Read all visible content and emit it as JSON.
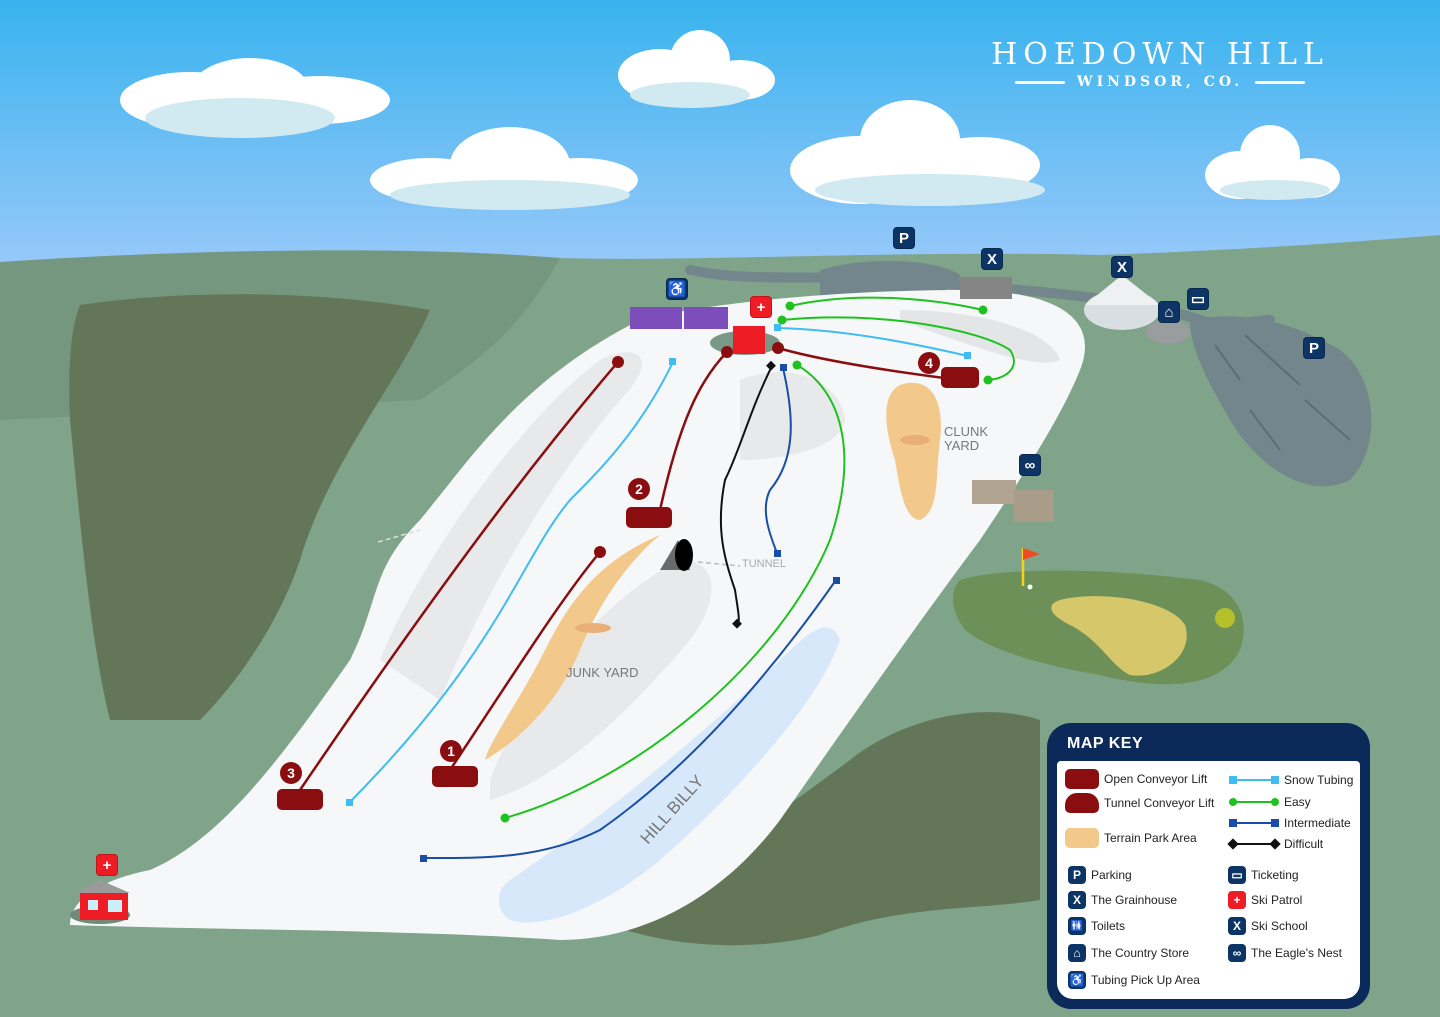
{
  "header": {
    "title": "HOEDOWN HILL",
    "subtitle": "WINDSOR, CO."
  },
  "colors": {
    "sky_top": "#3ab4ef",
    "sky_bottom": "#a3cbfb",
    "grass": "#7a9d83",
    "forest": "#637657",
    "snow": "#f6f7f8",
    "lift": "#8a0d0f",
    "snow_tubing": "#3fbdf2",
    "easy": "#1ec21e",
    "intermediate": "#1a4ea6",
    "difficult": "#111111",
    "terrain_park": "#f2c98a",
    "poi_blue": "#0c3566",
    "ski_patrol": "#ee1c25",
    "lake": "#d8e8fb"
  },
  "map": {
    "lifts": [
      {
        "number": "1",
        "type": "Tunnel Conveyor Lift"
      },
      {
        "number": "2",
        "type": "Tunnel Conveyor Lift"
      },
      {
        "number": "3",
        "type": "Tunnel Conveyor Lift"
      },
      {
        "number": "4",
        "type": "Open Conveyor Lift"
      }
    ],
    "labels": {
      "junk_yard": "JUNK YARD",
      "clunk_yard_1": "CLUNK",
      "clunk_yard_2": "YARD",
      "tunnel": "TUNNEL",
      "hill_billy": "HILL BILLY"
    },
    "poi_icons": {
      "parking": "P",
      "grainhouse": "X",
      "ski_school": "X",
      "ski_patrol": "+",
      "ticketing": "▭",
      "country_store": "⌂",
      "eagles_nest": "∞",
      "tubing": "♿"
    }
  },
  "map_key": {
    "title": "MAP KEY",
    "lift_types": [
      {
        "label": "Open Conveyor Lift"
      },
      {
        "label": "Tunnel Conveyor Lift"
      },
      {
        "label": "Terrain Park Area"
      }
    ],
    "trail_types": [
      {
        "label": "Snow Tubing"
      },
      {
        "label": "Easy"
      },
      {
        "label": "Intermediate"
      },
      {
        "label": "Difficult"
      }
    ],
    "amenities_left": [
      {
        "icon": "P",
        "label": "Parking"
      },
      {
        "icon": "X",
        "label": "The Grainhouse"
      },
      {
        "icon": "🚻",
        "label": "Toilets"
      },
      {
        "icon": "⌂",
        "label": "The Country Store"
      },
      {
        "icon": "♿",
        "label": "Tubing Pick Up Area"
      }
    ],
    "amenities_right": [
      {
        "icon": "▭",
        "label": "Ticketing"
      },
      {
        "icon": "+",
        "label": "Ski Patrol"
      },
      {
        "icon": "X",
        "label": "Ski School"
      },
      {
        "icon": "∞",
        "label": "The Eagle's Nest"
      }
    ]
  }
}
